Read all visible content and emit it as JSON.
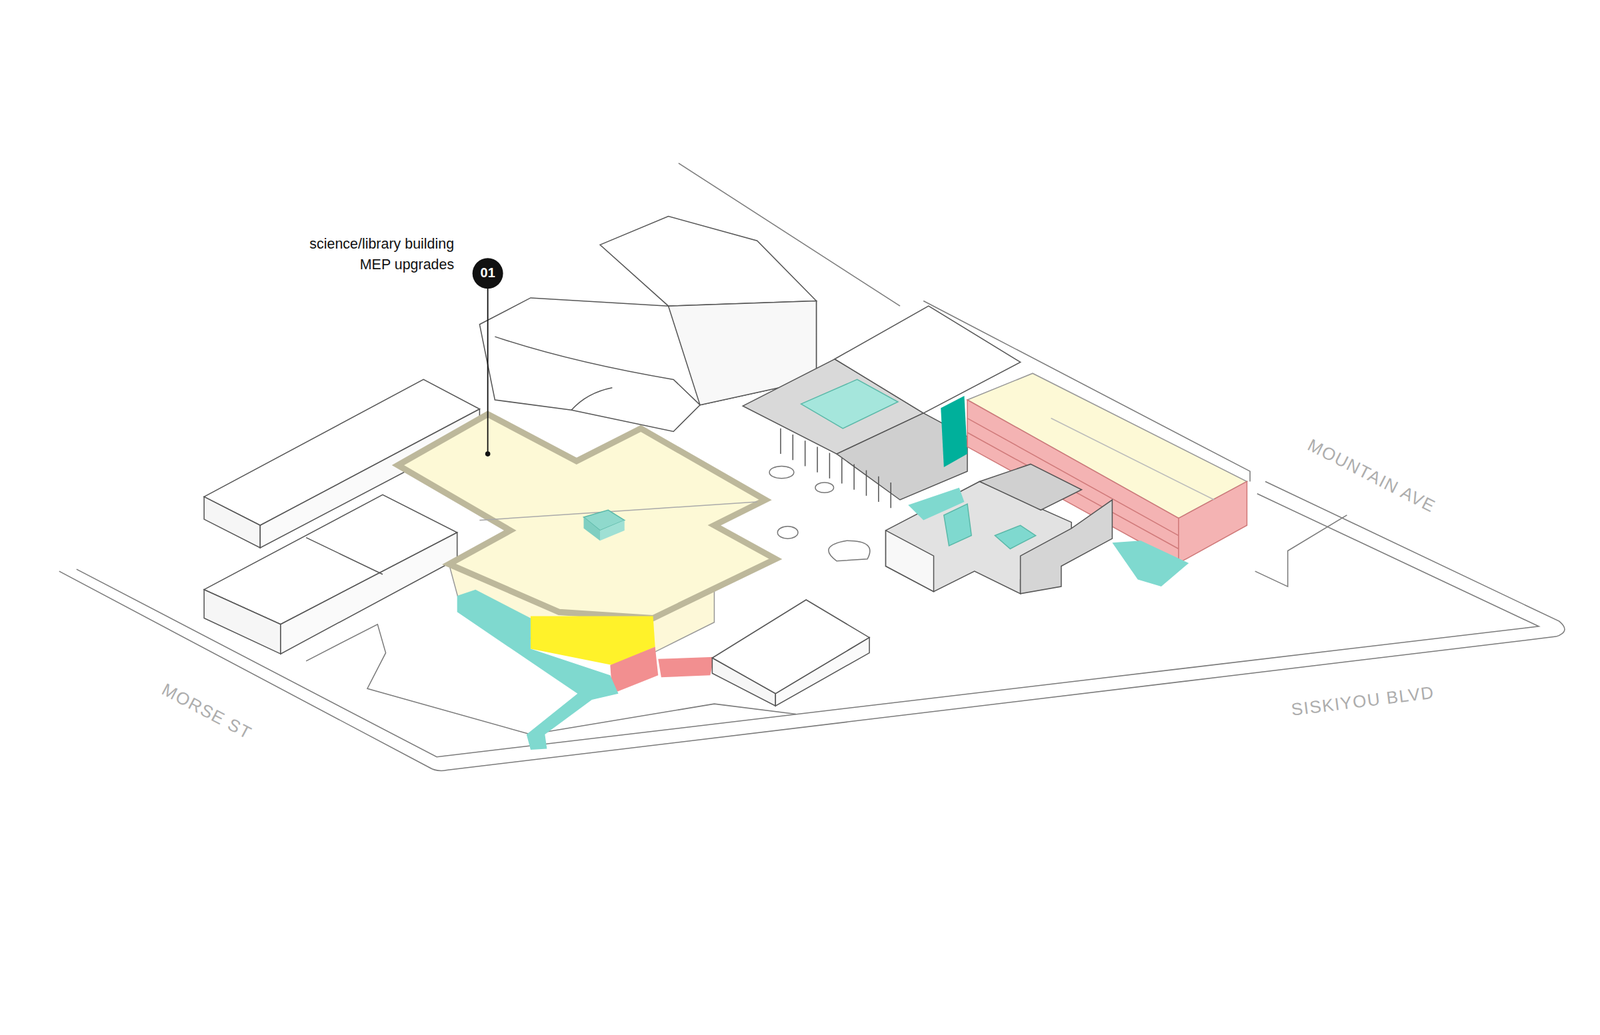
{
  "diagram": {
    "labels": [
      "science/library building MEP upgrades",
      "01",
      "MORSE ST",
      "SISKIYOU BLVD",
      "MOUNTAIN AVE"
    ]
  }
}
